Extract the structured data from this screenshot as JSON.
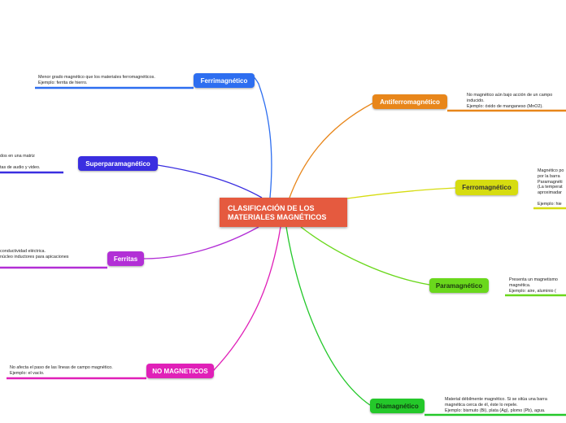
{
  "central": {
    "title": "CLASIFICACIÓN DE LOS\nMATERIALES MAGNÉTICOS"
  },
  "nodes": [
    {
      "label": "Ferrimagnético",
      "color": "#2d6ef0",
      "note": "Menor grado magnético que los materiales ferromagnéticos.\nEjemplo: ferrita de hierro."
    },
    {
      "label": "Superparamagnético",
      "color": "#3a2ee0",
      "note": "dos en una matriz\n\ntas de audio y video."
    },
    {
      "label": "Ferritas",
      "color": "#b22fd6",
      "note": "conductividad eléctrica.\nnúcleo inductores para apicaciones"
    },
    {
      "label": "NO MAGNETICOS",
      "color": "#e020b8",
      "note": "No afecta el paso de las líneas de campo magnético.\nEjemplo: el vacío."
    },
    {
      "label": "Antiferromagnético",
      "color": "#e8861a",
      "note": "No magnético aún bajo acción de un campo\ninducido.\nEjemplo: óxido de manganeso (MnO2)."
    },
    {
      "label": "Ferromagnético",
      "color": "#d6dc10",
      "note": "Magnético po\npor la barra\nParamagnéti\n(La temperat\naproximadar\n\nEjemplo: hie"
    },
    {
      "label": "Paramagnético",
      "color": "#6ad81c",
      "note": "Presenta un magnetismo\nmagnética.\nEjemplo: aire, aluminio ("
    },
    {
      "label": "Diamagnético",
      "color": "#24c82a",
      "note": "Material débilmente magnético. Si se sitúa una barra\nmagnética cerca de él, éste lo repele.\nEjemplo: bismuto (Bi), plata (Ag), plomo (Pb), agua."
    }
  ]
}
